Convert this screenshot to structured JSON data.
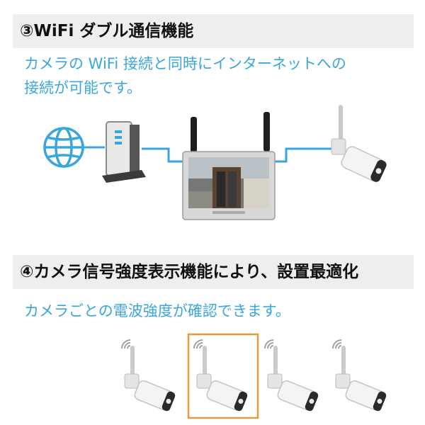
{
  "section1": {
    "title": "③WiFi ダブル通信機能",
    "description_line1": "カメラの WiFi 接続と同時にインターネットへの",
    "description_line2": "接続が可能です。"
  },
  "section2": {
    "title": "④カメラ信号強度表示機能により、設置最適化",
    "description": "カメラごとの電波強度が確認できます。"
  },
  "colors": {
    "accent_blue": "#3aa6dd",
    "highlight_orange": "#e39a3e",
    "bar_gray": "#eeeeee"
  },
  "icons": [
    "globe-icon",
    "router-icon",
    "monitor-nvr-icon",
    "camera-icon",
    "wifi-signal-icon"
  ],
  "signal_cameras": [
    {
      "highlighted": false
    },
    {
      "highlighted": true
    },
    {
      "highlighted": false
    },
    {
      "highlighted": false
    }
  ]
}
